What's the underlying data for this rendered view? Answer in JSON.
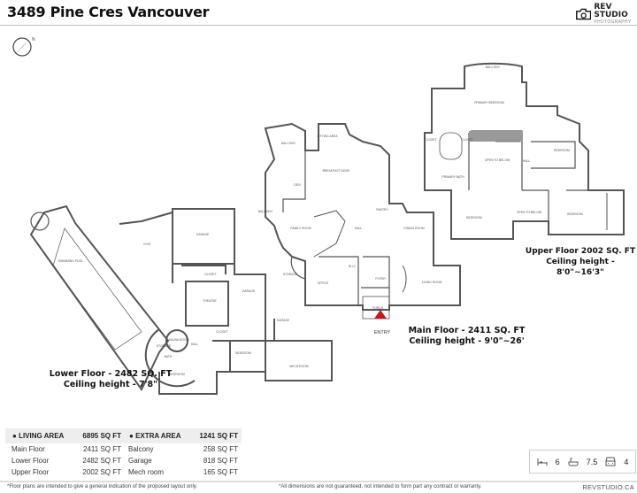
{
  "header": {
    "title": "3489 Pine Cres Vancouver",
    "logo_brand": "REV STUDIO",
    "logo_sub": "PHOTOGRAPHY"
  },
  "floors": {
    "lower": {
      "line1": "Lower Floor - 2482 SQ. FT",
      "line2": "Ceiling height - 7'8\""
    },
    "main": {
      "line1": "Main Floor - 2411  SQ. FT",
      "line2": "Ceiling height - 9'0\"~26'"
    },
    "upper": {
      "line1": "Upper Floor 2002 SQ. FT",
      "line2": "Ceiling height - 8'0\"~16'3\""
    }
  },
  "rooms": {
    "lower": [
      "SWIMMING POOL",
      "GYM",
      "GARAGE",
      "THEATRE",
      "GARAGE",
      "CLOSET",
      "CLOSET",
      "SAUNA ROOM",
      "STORAGE",
      "BATH",
      "BEDROOM",
      "HALL",
      "BEDROOM",
      "GARAGE",
      "MECH ROOM"
    ],
    "main": [
      "BALCONY",
      "SITTING AREA",
      "BREAKFAST NOOK",
      "DEN",
      "BALCONY",
      "FAMILY ROOM",
      "HALL",
      "DINING ROOM",
      "PANTRY",
      "STORAGE",
      "OFFICE",
      "W.I.C",
      "FOYER",
      "LIVING ROOM",
      "PORCH"
    ],
    "upper": [
      "BALCONY",
      "PRIMARY BEDROOM",
      "CLOSET",
      "CLOSET",
      "PRIMARY BATH",
      "OPEN TO BELOW",
      "HALL",
      "BEDROOM",
      "BEDROOM",
      "OPEN TO BELOW",
      "BEDROOM"
    ]
  },
  "entry_label": "ENTRY",
  "living_area": {
    "label": "LIVING AREA",
    "total": "6895 SQ FT",
    "rows": [
      {
        "name": "Main Floor",
        "value": "2411 SQ FT"
      },
      {
        "name": "Lower Floor",
        "value": "2482 SQ FT"
      },
      {
        "name": "Upper Floor",
        "value": "2002 SQ FT"
      }
    ]
  },
  "extra_area": {
    "label": "EXTRA AREA",
    "total": "1241 SQ FT",
    "rows": [
      {
        "name": "Balcony",
        "value": "258 SQ FT"
      },
      {
        "name": "Garage",
        "value": "818 SQ FT"
      },
      {
        "name": "Mech room",
        "value": "165 SQ FT"
      }
    ]
  },
  "stats": {
    "bedrooms": "6",
    "bathrooms": "7.5",
    "parking": "4",
    "icons": [
      "bed-icon",
      "bathtub-icon",
      "car-icon"
    ]
  },
  "footer": {
    "left": "*Floor plans are intended to give a general indication of the proposed layout only.",
    "center": "*All dimensions are not guaranteed, not intended to form part any contract or warranty.",
    "right": "REVSTUDIO.CA"
  },
  "colors": {
    "entry_arrow": "#d0141a",
    "wall": "#555555",
    "window": "#2e4a7a"
  }
}
